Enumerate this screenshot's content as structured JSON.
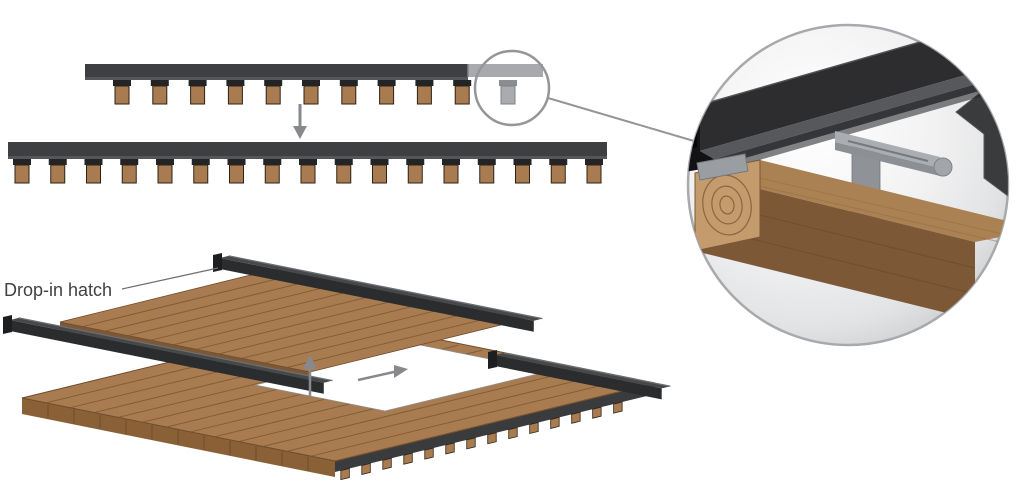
{
  "labels": {
    "drop_in_hatch": "Drop-in hatch"
  },
  "assembly_steps": {
    "upper_rail_lugs": 10,
    "upper_rail_new_segment_lugs": 1,
    "lower_rail_lugs": 17
  },
  "deck": {
    "board_lines": 13,
    "edge_teeth": 14,
    "left_seams": 11
  },
  "hatch": {
    "board_lines": 10,
    "rails": 2
  },
  "colors": {
    "rail_dark": "#2d2d2f",
    "rail_mid": "#47484b",
    "bar_dark": "#3e3f41",
    "wood": "#a87c50",
    "wood_side": "#7c5836",
    "wood_end": "#8a6137",
    "wood_light": "#c49b6d",
    "clip_gray": "#a7a9ac",
    "arrow_gray": "#87898c",
    "circle_stroke": "#a7a9ac",
    "magnifier_stroke": "#939598",
    "label_text": "#414042",
    "background": "#ffffff"
  }
}
